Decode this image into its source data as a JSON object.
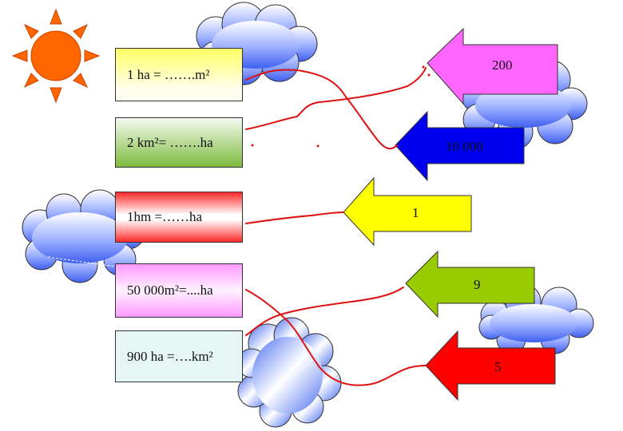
{
  "equations": [
    {
      "text": "1 ha = …….m²",
      "color": "#ffff66"
    },
    {
      "text": "2 km²= …….ha",
      "color": "#7dbb3e"
    },
    {
      "text": "1hm =……ha",
      "color": "#ff2a2a"
    },
    {
      "text": "50 000m²=....ha",
      "color": "#ff99ff"
    },
    {
      "text": "900 ha =….km²",
      "color": "#e6f6f4"
    }
  ],
  "answers": [
    {
      "text": "200",
      "color": "#ff66ff"
    },
    {
      "text": "10 000",
      "color": "#0000ee"
    },
    {
      "text": "1",
      "color": "#ffff00"
    },
    {
      "text": "9",
      "color": "#99cc00"
    },
    {
      "text": "5",
      "color": "#ff0000"
    }
  ],
  "colors": {
    "sun": "#ff6600",
    "cloud": "#4a6ff0",
    "line": "#dd1111"
  }
}
